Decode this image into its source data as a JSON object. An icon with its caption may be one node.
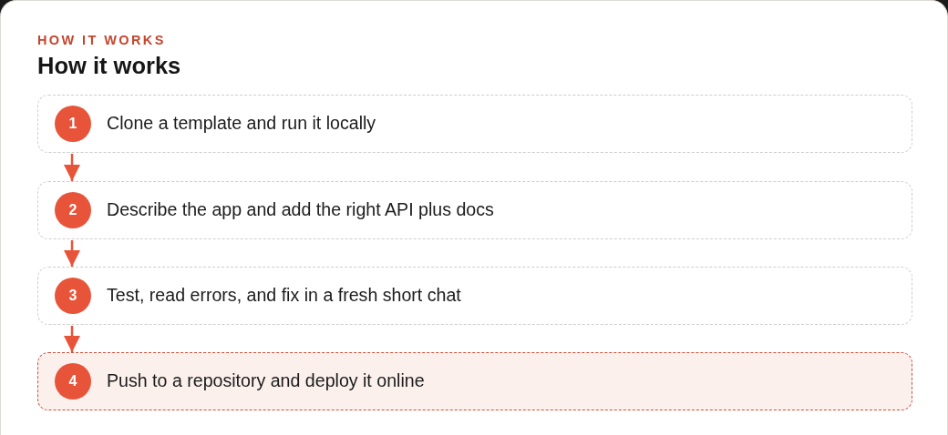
{
  "diagram": {
    "title": "How it works",
    "nodes": [
      {
        "text": [
          "Clone a template and run it locally"
        ]
      },
      {
        "text": [
          "1"
        ],
        "in": 0
      },
      {
        "text": [
          "Describe the app and add the right API plus docs"
        ]
      },
      {
        "text": [
          "2"
        ],
        "in": 2
      },
      {
        "text": [
          "Test, read errors, and fix in a fresh short chat"
        ]
      },
      {
        "text": [
          "3"
        ],
        "in": 4
      },
      {
        "text": [
          "Push to a repository and deploy it online"
        ]
      },
      {
        "text": [
          "4"
        ],
        "in": 6
      }
    ],
    "edges": [
      {
        "from": 0,
        "to": 2,
        "arrow": "to"
      },
      {
        "from": 2,
        "to": 4,
        "arrow": "to"
      },
      {
        "from": 4,
        "to": 6,
        "arrow": "to"
      }
    ],
    "labels": [
      "HOW IT WORKS"
    ]
  }
}
